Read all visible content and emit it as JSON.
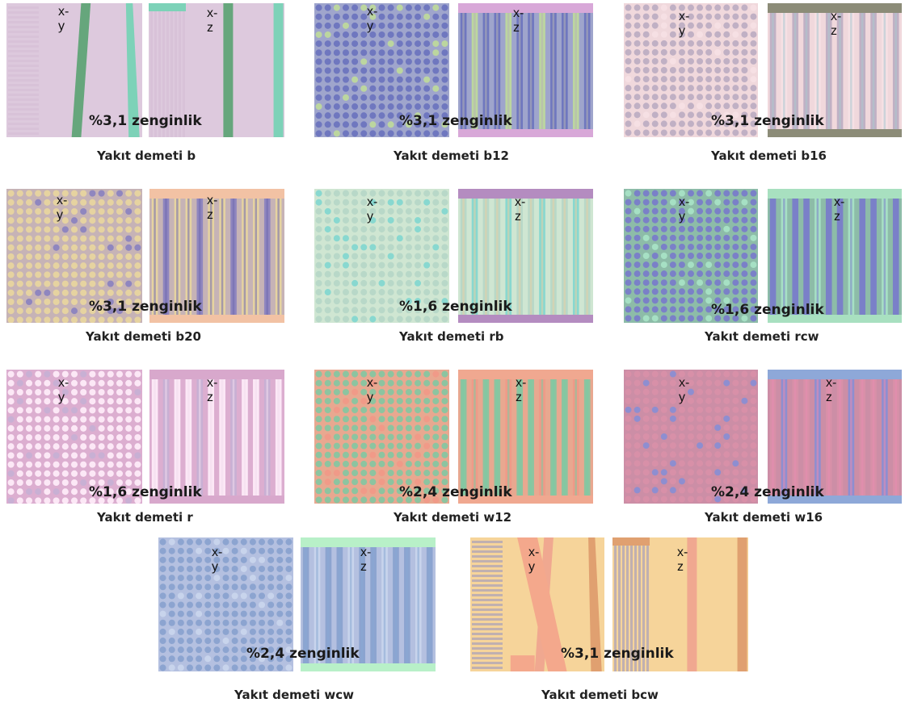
{
  "bundles": [
    {
      "id": "b",
      "caption": "Yakıt demeti b",
      "enrichment": "%3,1 zenginlik",
      "xy_label": "x-y",
      "xz_label": "x-z",
      "colors": {
        "bg": "#ddc9dd",
        "rod": "#9aa0b8",
        "rod2": "#d8c2d8",
        "accent": "#66a67c",
        "accent2": "#7dd2b8"
      }
    },
    {
      "id": "b12",
      "caption": "Yakıt demeti b12",
      "enrichment": "%3,1 zenginlik",
      "xy_label": "x-y",
      "xz_label": "x-z",
      "colors": {
        "bg": "#9fa5cc",
        "rod": "#6f77bf",
        "rod2": "#bcd69f",
        "accent": "#b4b4b4",
        "accent2": "#d8a8d8"
      }
    },
    {
      "id": "b16",
      "caption": "Yakıt demeti b16",
      "enrichment": "%3,1 zenginlik",
      "xy_label": "x-y",
      "xz_label": "x-z",
      "colors": {
        "bg": "#f0d8dc",
        "rod": "#c0b0c4",
        "rod2": "#f6e0e4",
        "accent": "#aac8d0",
        "accent2": "#8c8c78"
      }
    },
    {
      "id": "b20",
      "caption": "Yakıt demeti b20",
      "enrichment": "%3,1 zenginlik",
      "xy_label": "x-y",
      "xz_label": "x-z",
      "colors": {
        "bg": "#c6b3b6",
        "rod": "#e6d3a0",
        "rod2": "#8f86bf",
        "accent": "#6f6aaf",
        "accent2": "#f2c2a4"
      }
    },
    {
      "id": "rb",
      "caption": "Yakıt demeti rb",
      "enrichment": "%1,6 zenginlik",
      "xy_label": "x-y",
      "xz_label": "x-z",
      "colors": {
        "bg": "#cfe6d2",
        "rod": "#b8d8c8",
        "rod2": "#88d8d0",
        "accent": "#e8d0a4",
        "accent2": "#b48cc0"
      }
    },
    {
      "id": "rcw",
      "caption": "Yakıt demeti rcw",
      "enrichment": "%1,6 zenginlik",
      "xy_label": "x-y",
      "xz_label": "x-z",
      "colors": {
        "bg": "#8dbca8",
        "rod": "#7a80c8",
        "rod2": "#a6e0c4",
        "accent": "#7a80c8",
        "accent2": "#a8e0c0"
      }
    },
    {
      "id": "r",
      "caption": "Yakıt demeti r",
      "enrichment": "%1,6 zenginlik",
      "xy_label": "x-y",
      "xz_label": "x-z",
      "colors": {
        "bg": "#dcaed0",
        "rod": "#fce8f6",
        "rod2": "#c8b0d4",
        "accent": "#f0dcec",
        "accent2": "#d8a8cc"
      }
    },
    {
      "id": "w12",
      "caption": "Yakıt demeti w12",
      "enrichment": "%2,4 zenginlik",
      "xy_label": "x-y",
      "xz_label": "x-z",
      "colors": {
        "bg": "#e8a890",
        "rod": "#8cc4a0",
        "rod2": "#f09a88",
        "accent": "#7ccca4",
        "accent2": "#f0a890"
      }
    },
    {
      "id": "w16",
      "caption": "Yakıt demeti w16",
      "enrichment": "%2,4 zenginlik",
      "xy_label": "x-y",
      "xz_label": "x-z",
      "colors": {
        "bg": "#cc8ea6",
        "rod": "#d890a8",
        "rod2": "#8e8ed0",
        "accent": "#e88cb0",
        "accent2": "#8ea8d8"
      }
    },
    {
      "id": "wcw",
      "caption": "Yakıt demeti wcw",
      "enrichment": "%2,4 zenginlik",
      "xy_label": "x-y",
      "xz_label": "x-z",
      "colors": {
        "bg": "#b4c0e0",
        "rod": "#8ca4d0",
        "rod2": "#c8d4ec",
        "accent": "#88a8d4",
        "accent2": "#b8f0c8"
      }
    },
    {
      "id": "bcw",
      "caption": "Yakıt demeti bcw",
      "enrichment": "%3,1 zenginlik",
      "xy_label": "x-y",
      "xz_label": "x-z",
      "colors": {
        "bg": "#f6d49a",
        "rod": "#f4a88c",
        "rod2": "#c0b0b0",
        "accent": "#f0a890",
        "accent2": "#e0a070"
      }
    }
  ]
}
